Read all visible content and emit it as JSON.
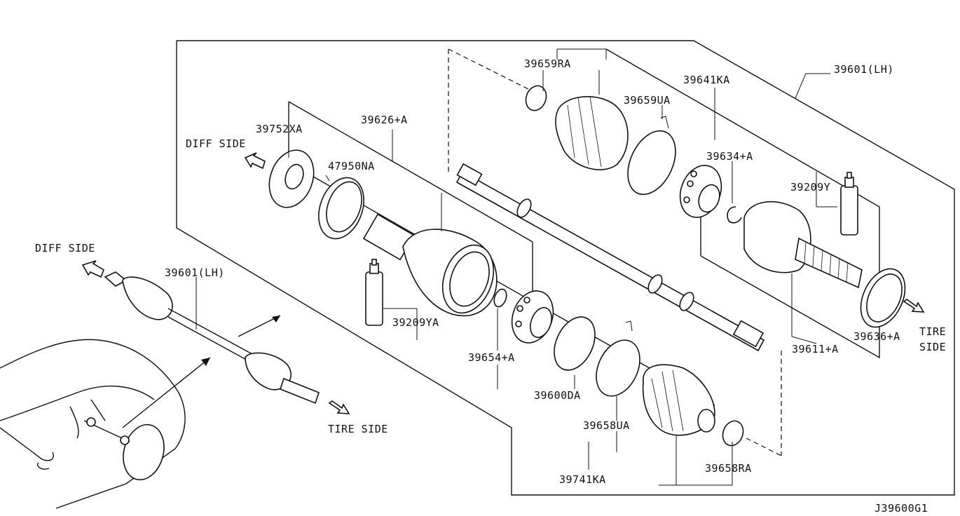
{
  "diagram_code": "J39600G1",
  "overview": {
    "diff_side": "DIFF SIDE",
    "tire_side": "TIRE SIDE",
    "assembly": "39601(LH)"
  },
  "panel": {
    "diff_side": "DIFF SIDE",
    "tire_side_line1": "TIRE",
    "tire_side_line2": "SIDE"
  },
  "parts": {
    "p39601": "39601(LH)",
    "p39659RA": "39659RA",
    "p39641KA": "39641KA",
    "p39659UA": "39659UA",
    "p39634A": "39634+A",
    "p39209Y": "39209Y",
    "p39752XA": "39752XA",
    "p39626A": "39626+A",
    "p47950NA": "47950NA",
    "p39209YA": "39209YA",
    "p39654A": "39654+A",
    "p39600DA": "39600DA",
    "p39658UA": "39658UA",
    "p39741KA": "39741KA",
    "p39658RA": "39658RA",
    "p39611A": "39611+A",
    "p39636A": "39636+A"
  }
}
